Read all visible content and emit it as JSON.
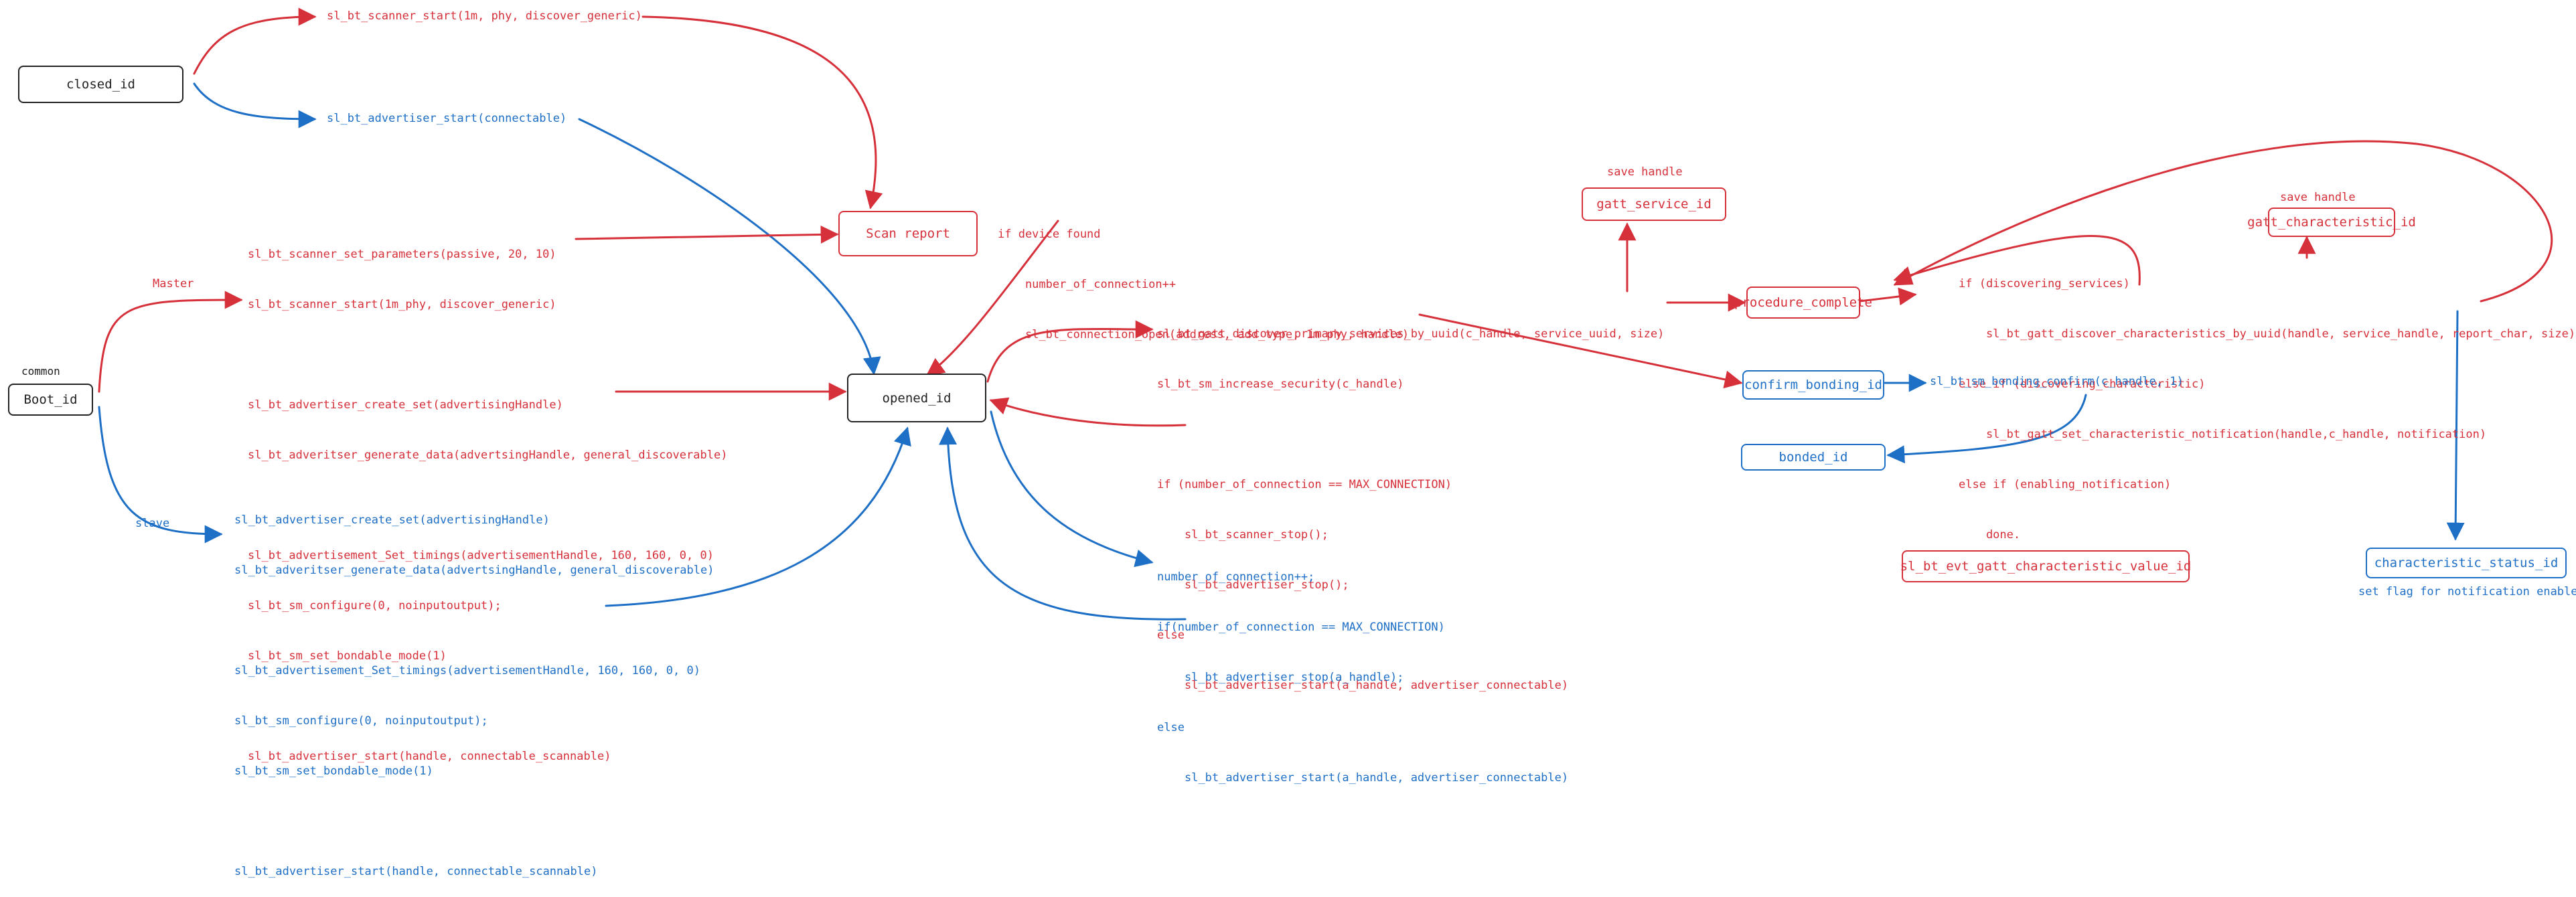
{
  "colors": {
    "red": "#d6303a",
    "blue": "#1e6fc6",
    "black": "#222222"
  },
  "nodes": {
    "closed_id": "closed_id",
    "boot_id": "Boot_id",
    "opened_id": "opened_id",
    "scan_report": "Scan report",
    "gatt_service_id": "gatt_service_id",
    "procedure_complete": "procedure_complete",
    "gatt_characteristic_id": "gatt_characteristic_id",
    "confirm_bonding_id": "confirm_bonding_id",
    "bonded_id": "bonded_id",
    "characteristic_value_id": "sl_bt_evt_gatt_characteristic_value_id",
    "characteristic_status_id": "characteristic_status_id"
  },
  "labels": {
    "common": "common",
    "master": "Master",
    "slave": "slave",
    "save_handle_service": "save handle",
    "save_handle_characteristic": "save handle",
    "set_flag": "set flag for notification enabled"
  },
  "code": {
    "scanner_start": [
      "sl_bt_scanner_start(1m, phy, discover_generic)"
    ],
    "advertiser_start_connectable": [
      "sl_bt_advertiser_start(connectable)"
    ],
    "master_block": [
      "sl_bt_scanner_set_parameters(passive, 20, 10)",
      "sl_bt_scanner_start(1m_phy, discover_generic)",
      "",
      "sl_bt_advertiser_create_set(advertisingHandle)",
      "sl_bt_adveritser_generate_data(advertsingHandle, general_discoverable)",
      "",
      "sl_bt_advertisement_Set_timings(advertisementHandle, 160, 160, 0, 0)",
      "sl_bt_sm_configure(0, noinputoutput);",
      "sl_bt_sm_set_bondable_mode(1)",
      "",
      "sl_bt_advertiser_start(handle, connectable_scannable)"
    ],
    "slave_block": [
      "sl_bt_advertiser_create_set(advertisingHandle)",
      "sl_bt_adveritser_generate_data(advertsingHandle, general_discoverable)",
      "",
      "sl_bt_advertisement_Set_timings(advertisementHandle, 160, 160, 0, 0)",
      "sl_bt_sm_configure(0, noinputoutput);",
      "sl_bt_sm_set_bondable_mode(1)",
      "",
      "sl_bt_advertiser_start(handle, connectable_scannable)"
    ],
    "device_found": [
      "if device found",
      "    number_of_connection++",
      "    sl_bt_connection_open(address, add_type, 1m_phy, handle)"
    ],
    "opened_master": [
      "sl_bt_gatt_discover_primary_services_by_uuid(c_handle, service_uuid, size)",
      "sl_bt_sm_increase_security(c_handle)",
      "",
      "if (number_of_connection == MAX_CONNECTION)",
      "    sl_bt_scanner_stop();",
      "    sl_bt_advertiser_stop();",
      "else",
      "    sl_bt_advertiser_start(a_handle, advertiser_connectable)"
    ],
    "opened_slave": [
      "number_of_connection++;",
      "if(number_of_connection == MAX_CONNECTION)",
      "    sl_bt_advertiser_stop(a_handle);",
      "else",
      "    sl_bt_advertiser_start(a_handle, advertiser_connectable)"
    ],
    "discovery": [
      "if (discovering_services)",
      "    sl_bt_gatt_discover_characteristics_by_uuid(handle, service_handle, report_char, size)",
      "else if (discovering_characteristic)",
      "    sl_bt_gatt_set_characteristic_notification(handle,c_handle, notification)",
      "else if (enabling_notification)",
      "    done."
    ],
    "bonding_confirm": [
      "sl_bt_sm_bonding_confirm(c_handle, 1)"
    ]
  }
}
